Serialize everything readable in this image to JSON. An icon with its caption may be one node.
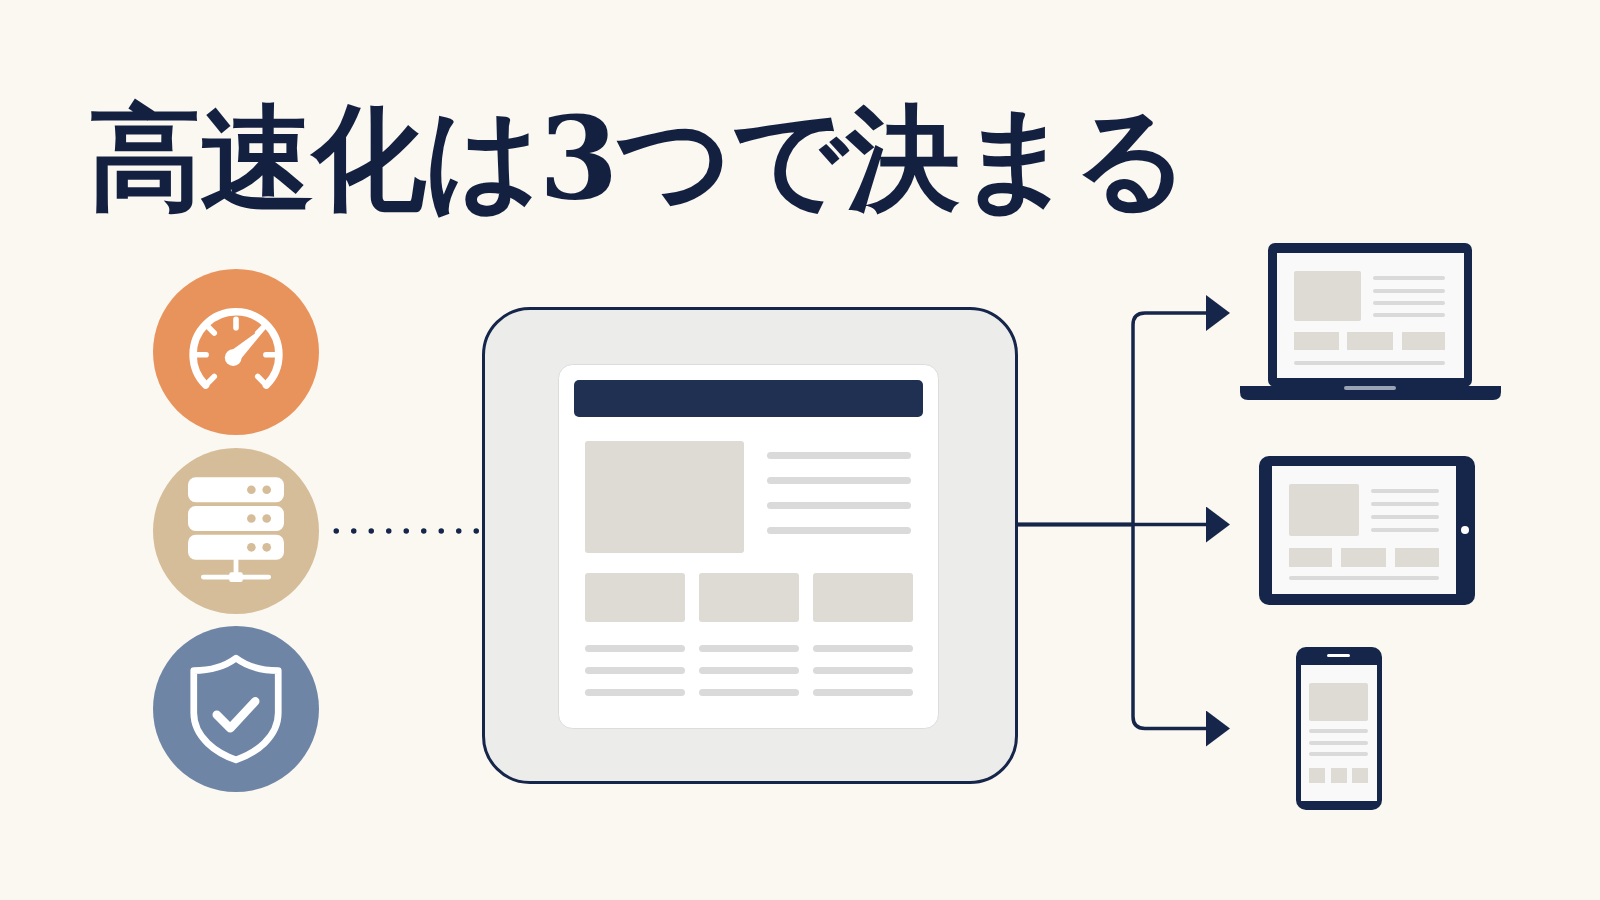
{
  "diagram": {
    "title": "高速化は3つで決まる",
    "nodes": [
      {
        "text": [],
        "shape": "circle"
      },
      {
        "text": [],
        "shape": "circle"
      },
      {
        "text": [],
        "shape": "circle"
      },
      {
        "text": [],
        "shape": "box"
      },
      {
        "text": [],
        "shape": "picture"
      },
      {
        "text": [],
        "shape": "picture"
      },
      {
        "text": [],
        "shape": "picture"
      }
    ],
    "edges": [
      {
        "from": 1,
        "to": 3,
        "arrow": "none",
        "style": "dashed"
      },
      {
        "from": 3,
        "to": 4,
        "arrow": "to"
      },
      {
        "from": 3,
        "to": 5,
        "arrow": "to"
      },
      {
        "from": 3,
        "to": 6,
        "arrow": "to"
      }
    ]
  }
}
